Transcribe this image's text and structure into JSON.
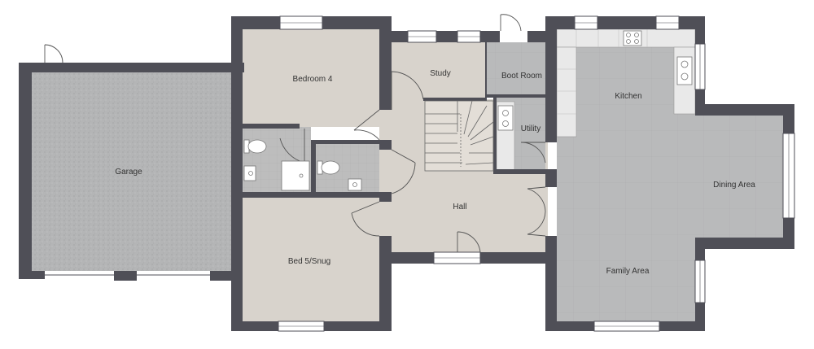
{
  "colors": {
    "wall": "#4f4f57",
    "background": "#ffffff",
    "garage_floor": "#b4b5b6",
    "carpet_floor": "#d8d3cc",
    "tile_floor": "#b9babb",
    "wet_floor": "#bdbdbd",
    "worktop": "#e9e9e9",
    "window": "#ffffff",
    "fixture_line": "#777777",
    "label": "#333333"
  },
  "rooms": {
    "garage": "Garage",
    "bedroom_4": "Bedroom 4",
    "study": "Study",
    "boot_room": "Boot Room",
    "utility": "Utility",
    "kitchen": "Kitchen",
    "dining_area": "Dining Area",
    "hall": "Hall",
    "bed5_snug": "Bed 5/Snug",
    "family_area": "Family Area"
  },
  "icons": {
    "doors": "door-swing-icon",
    "stairs": "stair-icon",
    "toilet": "toilet-icon",
    "sink": "sink-icon",
    "hob": "hob-icon",
    "shower": "shower-tray-icon"
  }
}
